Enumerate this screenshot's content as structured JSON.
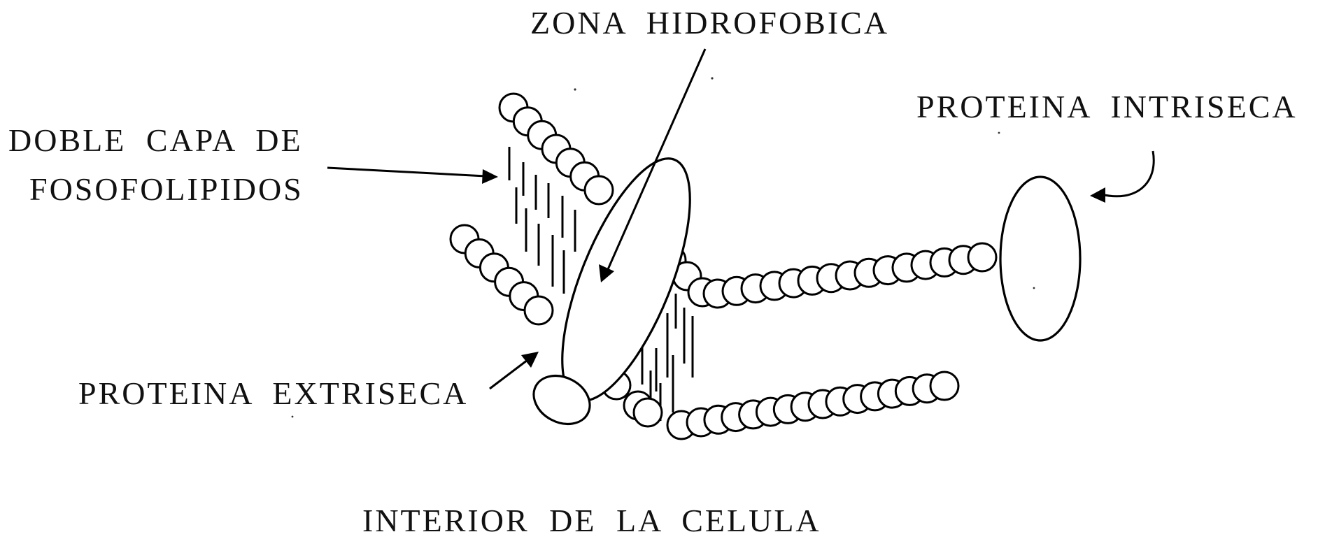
{
  "labels": {
    "hydrophobic_zone": "ZONA HIDROFOBICA",
    "bilayer_line1": "DOBLE CAPA DE",
    "bilayer_line2": "FOSOFOLIPIDOS",
    "intrinsic_protein": "PROTEINA INTRISECA",
    "extrinsic_protein": "PROTEINA EXTRISECA",
    "cell_interior": "INTERIOR DE LA CELULA"
  }
}
